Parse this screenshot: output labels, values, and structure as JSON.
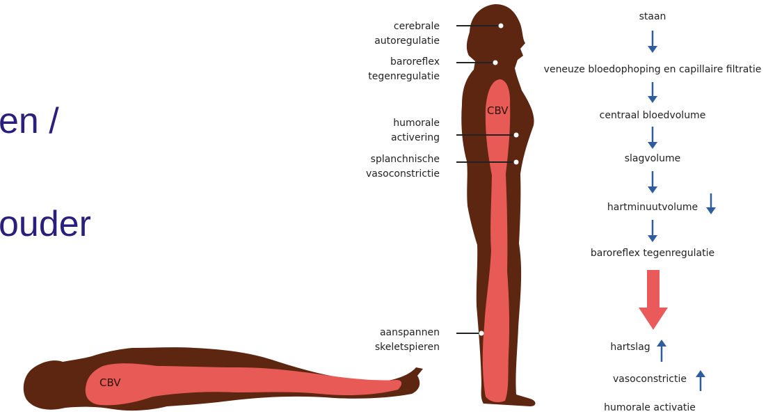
{
  "slide": {
    "line1_fragment": "en /",
    "line2_fragment": "ouder"
  },
  "figure": {
    "cbv_label": "CBV",
    "colors": {
      "skin": "#5c2610",
      "blood": "#e85a55",
      "arrow_blue": "#2f5d9b",
      "arrow_red": "#ea5a5a"
    },
    "annotations": {
      "cerebrale": [
        "cerebrale",
        "autoregulatie"
      ],
      "baroreflex": [
        "baroreflex",
        "tegenregulatie"
      ],
      "humorale": [
        "humorale",
        "activering"
      ],
      "splanchnische": [
        "splanchnische",
        "vasoconstrictie"
      ],
      "aanspannen": [
        "aanspannen",
        "skeletspieren"
      ]
    },
    "flow": {
      "staan": "staan",
      "veneuze": "veneuze bloedophoping en capillaire filtratie",
      "centraal": "centraal bloedvolume",
      "slagvolume": "slagvolume",
      "hartminuutvolume": "hartminuutvolume",
      "baroreflex": "baroreflex tegenregulatie",
      "hartslag": "hartslag",
      "vasoconstrictie": "vasoconstrictie",
      "humorale": "humorale activatie"
    }
  }
}
